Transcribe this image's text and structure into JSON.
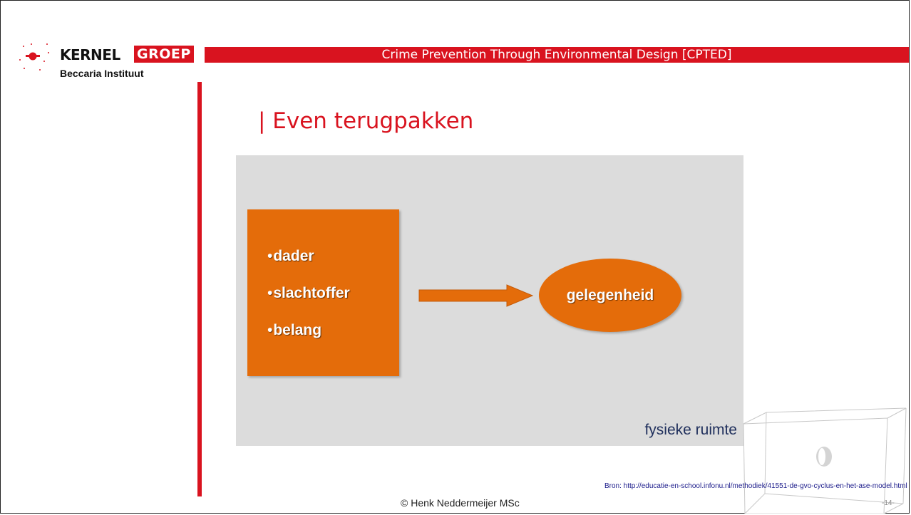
{
  "logo": {
    "kernel": "KERNEL",
    "groep": "GROEP",
    "subtitle": "Beccaria Instituut",
    "brand_red": "#d9131f"
  },
  "header": {
    "title": "Crime Prevention Through Environmental Design [CPTED]",
    "bar_color": "#d9131f"
  },
  "slide": {
    "title": "| Even terugpakken"
  },
  "diagram": {
    "box_items": [
      {
        "bullet": "•",
        "text": "dader"
      },
      {
        "bullet": "•",
        "text": "slachtoffer"
      },
      {
        "bullet": "•",
        "text": "belang"
      }
    ],
    "target": "gelegenheid",
    "panel_label": "fysieke ruimte",
    "orange": "#e46c0a",
    "panel_gray": "#dcdcdc"
  },
  "footer": {
    "source": "Bron: http://educatie-en-school.infonu.nl/methodiek/41551-de-gvo-cyclus-en-het-ase-model.html",
    "copyright": "© Henk Neddermeijer MSc",
    "page": "-14-"
  }
}
